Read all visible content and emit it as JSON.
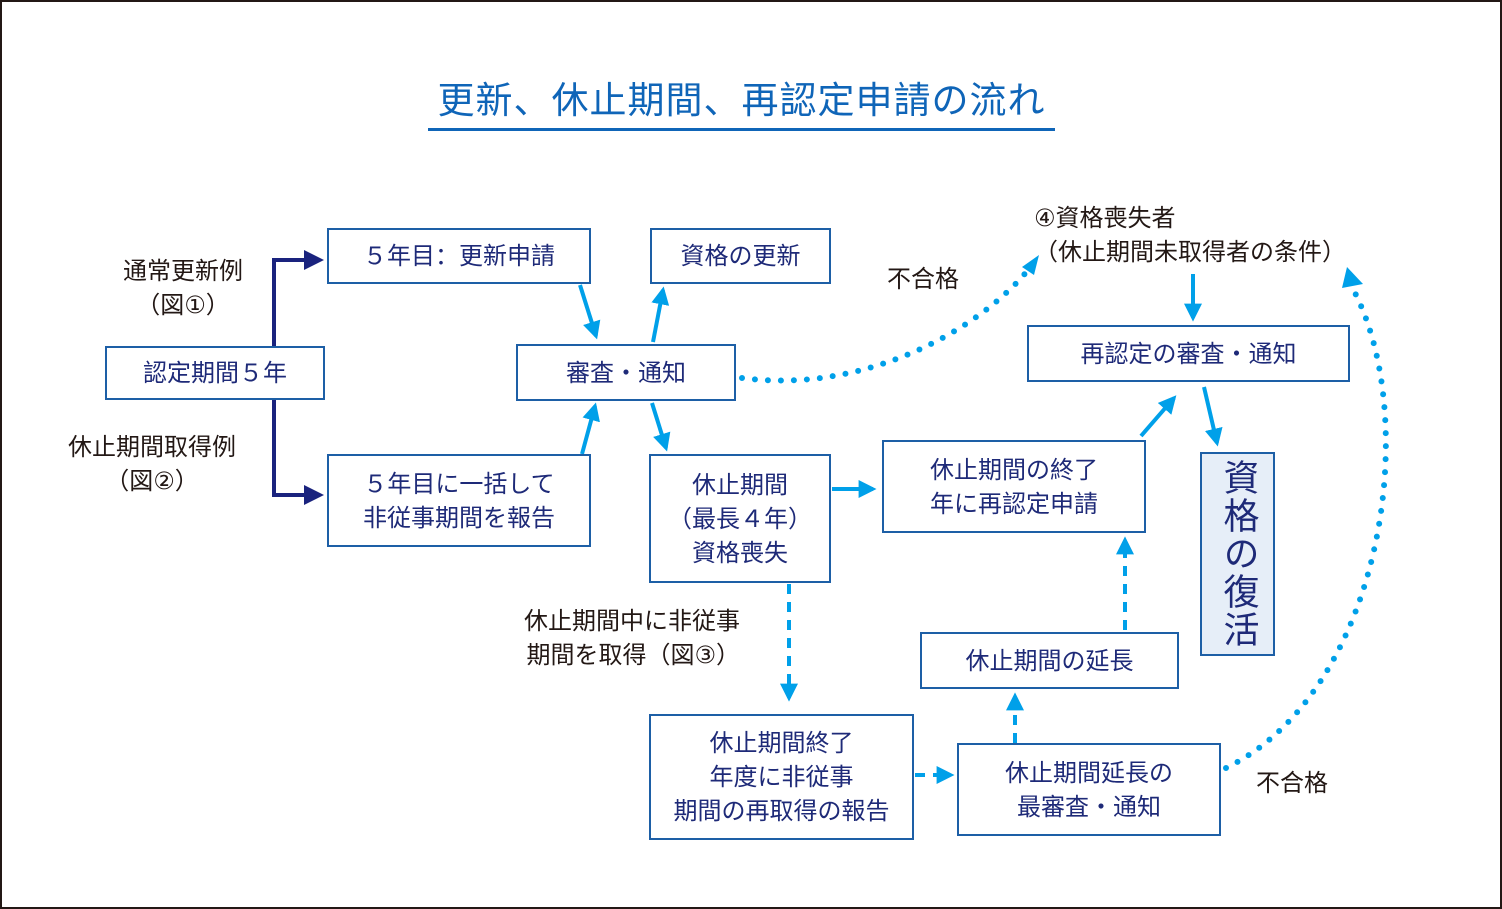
{
  "title": "更新、休止期間、再認定申請の流れ",
  "colors": {
    "title": "#0f65b8",
    "box_border": "#1d5fa6",
    "box_text": "#1e2a78",
    "navy_arrow": "#1a237e",
    "cyan_arrow": "#00a0e9",
    "shaded_box": "#e6eef8"
  },
  "boxes": {
    "certification_period": "認定期間５年",
    "renewal_application": "５年目：更新申請",
    "bulk_report": "５年目に一括して\n非従事期間を報告",
    "review_notice": "審査・通知",
    "renewal_of_qualification": "資格の更新",
    "suspension_period": "休止期間\n（最長４年）\n資格喪失",
    "end_year_recert_application": "休止期間の終了\n年に再認定申請",
    "recert_review_notice": "再認定の審査・通知",
    "restoration": "資格の復活",
    "suspension_extension": "休止期間の延長",
    "end_year_reacquisition_report": "休止期間終了\n年度に非従事\n期間の再取得の報告",
    "extension_rereview_notice": "休止期間延長の\n最審査・通知"
  },
  "labels": {
    "normal_renewal": "通常更新例\n（図①）",
    "suspension_example": "休止期間取得例\n（図②）",
    "fail_1": "不合格",
    "fail_2": "不合格",
    "during_suspension": "休止期間中に非従事\n期間を取得（図③）",
    "disqualified": "④資格喪失者\n（休止期間未取得者の条件）"
  }
}
